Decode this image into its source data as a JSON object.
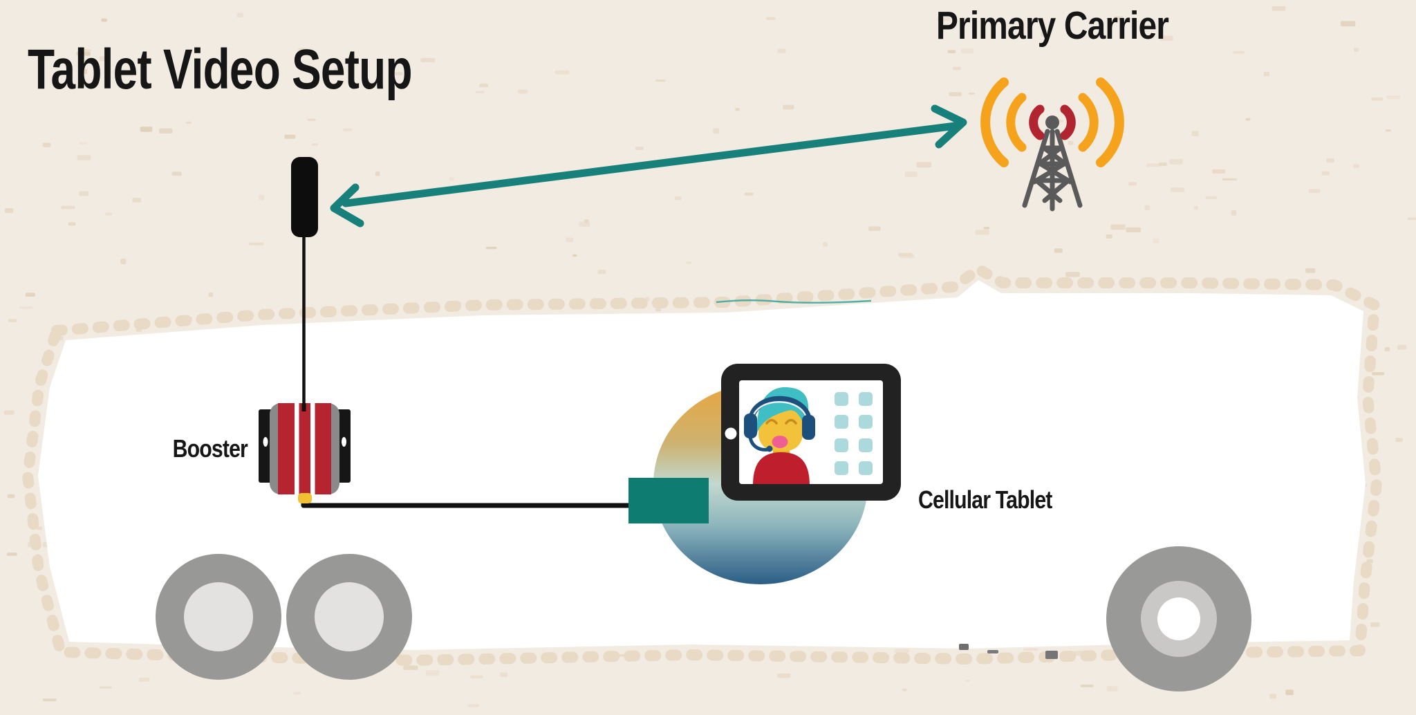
{
  "title": "Tablet Video Setup",
  "nodes": {
    "primary_carrier": {
      "label": "Primary Carrier",
      "icon": "cell-tower-icon"
    },
    "antenna": {
      "label": "",
      "icon": "roof-antenna-icon"
    },
    "booster": {
      "label": "Booster",
      "icon": "signal-booster-icon"
    },
    "modem": {
      "label": "",
      "icon": "modem-box-icon"
    },
    "tablet": {
      "label": "Cellular Tablet",
      "icon": "tablet-video-call-icon"
    },
    "vehicle": {
      "label": "",
      "icon": "trailer-outline",
      "wheel_count": 3
    }
  },
  "connections": [
    {
      "from": "antenna",
      "to": "primary_carrier",
      "style": "double-headed-arrow",
      "color": "#17807a"
    },
    {
      "from": "antenna",
      "to": "booster",
      "style": "cable"
    },
    {
      "from": "booster",
      "to": "modem",
      "style": "cable"
    }
  ],
  "colors": {
    "background": "#f2ebe1",
    "speckle": "#e6d7c2",
    "body_white": "#ffffff",
    "dash_border": "#e9dac6",
    "text": "#161616",
    "arrow_teal": "#17807a",
    "modem_teal": "#0e7c71",
    "tower_gray": "#5a5a5a",
    "tower_red": "#b12531",
    "tower_orange": "#f5a31c",
    "booster_red": "#b5242f",
    "booster_gray": "#8a8a8a",
    "booster_black": "#161616",
    "connector_yellow": "#f0c233",
    "wheel_gray": "#989896",
    "wheel_light_gray": "#c9c8c6",
    "wheel_inner_light": "#e3e2e0",
    "circle_gradient_top": "#e8a63e",
    "circle_gradient_bottom": "#2b5e86",
    "screen_tile": "#abd9dc",
    "avatar_hair": "#3fbfc4",
    "avatar_skin": "#f2c23a",
    "avatar_headset": "#1d4f7c",
    "avatar_mouth": "#ef5f93",
    "avatar_shirt": "#bf1f2d"
  }
}
